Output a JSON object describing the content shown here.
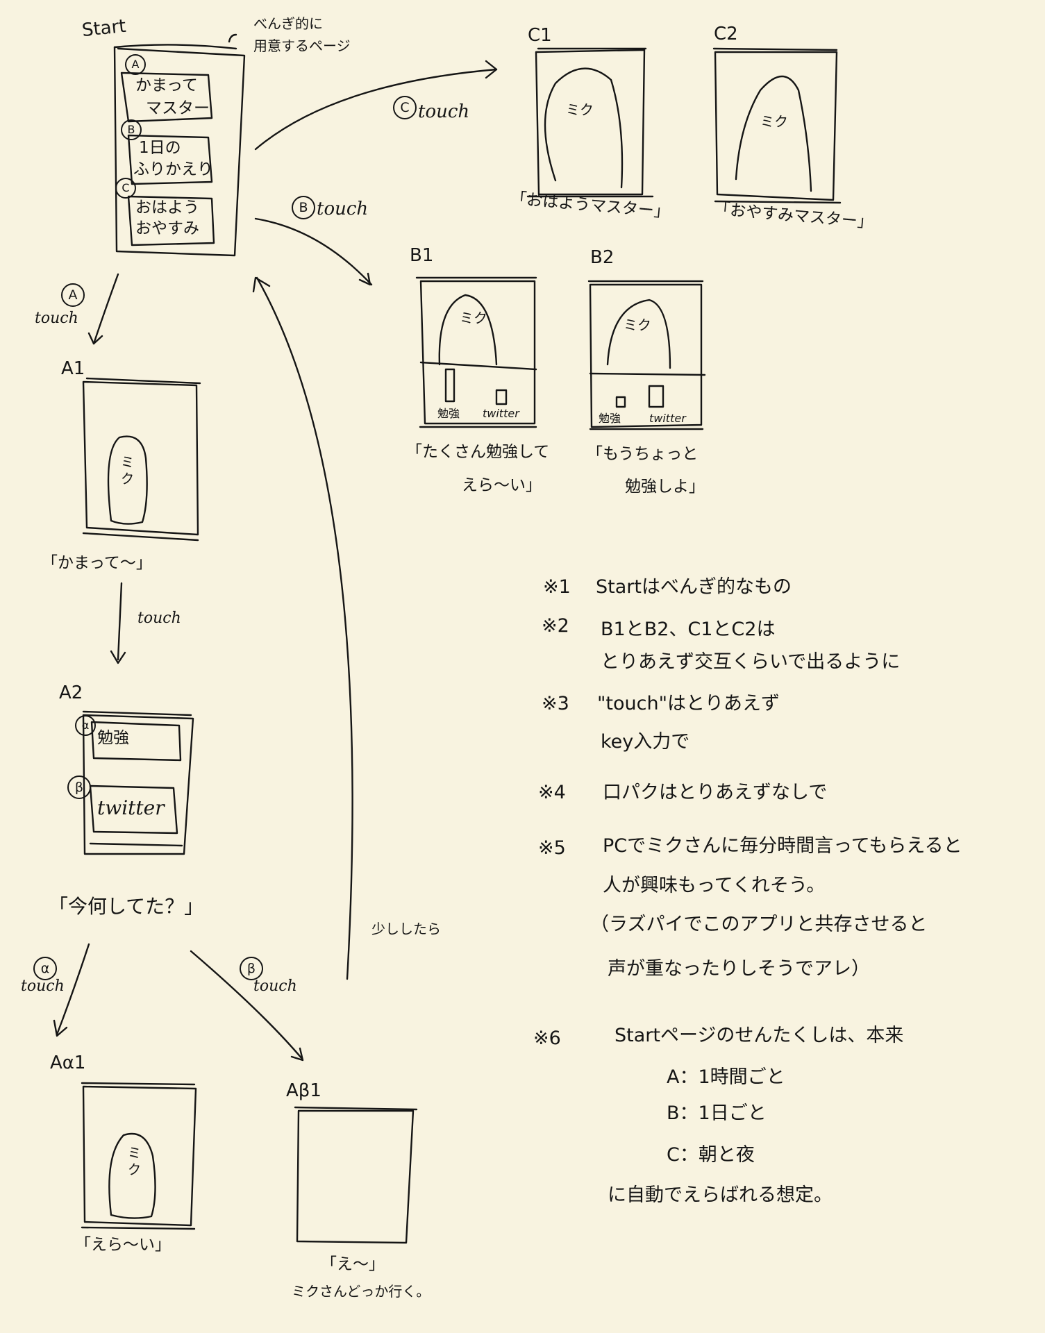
{
  "start": {
    "title": "Start",
    "annotation": "べんぎ的に\n用意するページ",
    "options": [
      {
        "marker": "A",
        "line1": "かまって",
        "line2": "マスター"
      },
      {
        "marker": "B",
        "line1": "1日の",
        "line2": "ふりかえり"
      },
      {
        "marker": "C",
        "line1": "おはよう",
        "line2": "おやすみ"
      }
    ]
  },
  "touch_word": "touch",
  "markers": {
    "a": "A",
    "b": "B",
    "c": "C",
    "alpha": "α",
    "beta": "β"
  },
  "character": "ミク",
  "screens": {
    "c1": {
      "title": "C1",
      "quote": "「おはようマスター」"
    },
    "c2": {
      "title": "C2",
      "quote": "「おやすみマスター」"
    },
    "b1": {
      "title": "B1",
      "btn1": "勉強",
      "btn2": "twitter",
      "quote1": "「たくさん勉強して",
      "quote2": "えら〜い」"
    },
    "b2": {
      "title": "B2",
      "btn1": "勉強",
      "btn2": "twitter",
      "quote1": "「もうちょっと",
      "quote2": "勉強しよ」"
    },
    "a1": {
      "title": "A1",
      "quote": "「かまって〜」"
    },
    "a2": {
      "title": "A2",
      "opt1": "勉強",
      "opt2": "twitter",
      "quote": "「今何してた？」"
    },
    "aa1": {
      "title": "Aα1",
      "quote": "「えら〜い」"
    },
    "ab1": {
      "title": "Aβ1",
      "quote1": "「え〜」",
      "quote2": "ミクさんどっか行く。"
    }
  },
  "return_label": "少ししたら",
  "notes": [
    {
      "mark": "※1",
      "lines": [
        "Startはべんぎ的なもの"
      ]
    },
    {
      "mark": "※2",
      "lines": [
        "B1とB2、C1とC2は",
        "とりあえず交互くらいで出るように"
      ]
    },
    {
      "mark": "※3",
      "lines": [
        "\"touch\"はとりあえず",
        "key入力で"
      ]
    },
    {
      "mark": "※4",
      "lines": [
        "口パクはとりあえずなしで"
      ]
    },
    {
      "mark": "※5",
      "lines": [
        "PCでミクさんに毎分時間言ってもらえると",
        "人が興味もってくれそう。",
        "（ラズパイでこのアプリと共存させると",
        "声が重なったりしそうでアレ）"
      ]
    },
    {
      "mark": "※6",
      "lines": [
        "Startページのせんたくしは、本来",
        "A：1時間ごと",
        "B：1日ごと",
        "C：朝と夜",
        "に自動でえらばれる想定。"
      ]
    }
  ]
}
